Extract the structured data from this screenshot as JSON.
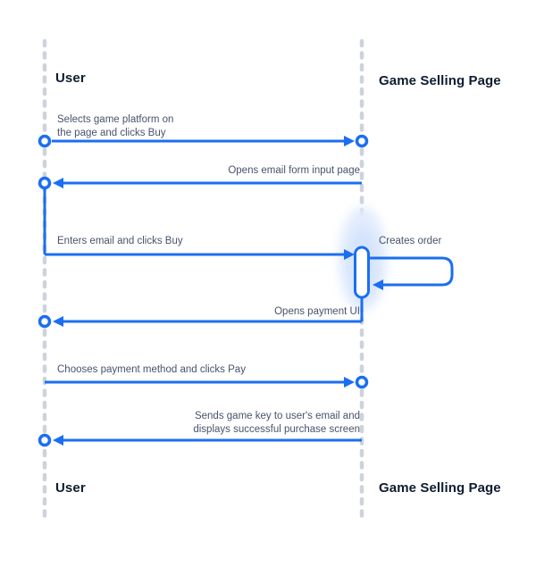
{
  "diagram": {
    "type": "sequence-diagram",
    "actors": {
      "user": {
        "label": "User"
      },
      "game_selling_page": {
        "label": "Game Selling Page"
      }
    },
    "messages": {
      "select_platform": {
        "lines": [
          "Selects game platform on",
          "the page and clicks Buy"
        ],
        "from": "User",
        "to": "Game Selling Page"
      },
      "opens_email_form": {
        "lines": [
          "Opens email form input page"
        ],
        "from": "Game Selling Page",
        "to": "User"
      },
      "enters_email": {
        "lines": [
          "Enters email and clicks Buy"
        ],
        "from": "User",
        "to": "Game Selling Page"
      },
      "creates_order": {
        "lines": [
          "Creates order"
        ],
        "from": "Game Selling Page",
        "to": "Game Selling Page"
      },
      "opens_payment_ui": {
        "lines": [
          "Opens payment UI"
        ],
        "from": "Game Selling Page",
        "to": "User"
      },
      "chooses_payment": {
        "lines": [
          "Chooses payment method and clicks Pay"
        ],
        "from": "User",
        "to": "Game Selling Page"
      },
      "sends_game_key": {
        "lines": [
          "Sends game key to user's email and",
          "displays successful purchase screen"
        ],
        "from": "Game Selling Page",
        "to": "User"
      }
    },
    "colors": {
      "arrow_blue": "#1b6ef2",
      "lifeline_gray": "#ccd3dc",
      "message_text": "#47536b",
      "actor_text": "#0e1c30",
      "activation_glow": "#e2ecfd",
      "background": "#ffffff"
    }
  }
}
